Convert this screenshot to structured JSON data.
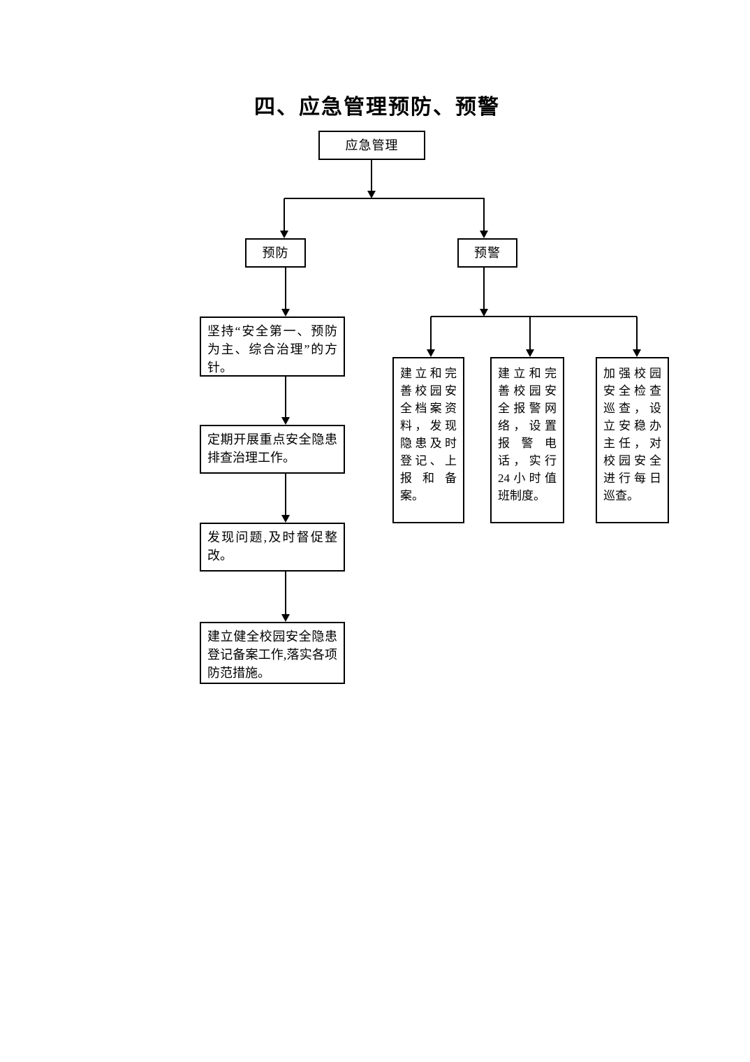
{
  "title": "四、应急管理预防、预警",
  "flowchart": {
    "root": "应急管理",
    "prevention": {
      "label": "预防",
      "steps": [
        "坚持“安全第一、预防为主、综合治理”的方针。",
        "定期开展重点安全隐患排查治理工作。",
        "发现问题,及时督促整改。",
        "建立健全校园安全隐患登记备案工作,落实各项防范措施。"
      ]
    },
    "warning": {
      "label": "预警",
      "measures": [
        "建立和完善校园安全档案资料，发现隐患及时登记、上报和备案。",
        "建立和完善校园安全报警网络，设置报警电话，实行24小时值班制度。",
        "加强校园安全检查巡查，设立安稳办主任，对校园安全进行每日巡查。"
      ]
    },
    "colors": {
      "line": "#000000",
      "box_border": "#000000",
      "text": "#000000",
      "background": "#ffffff"
    }
  }
}
